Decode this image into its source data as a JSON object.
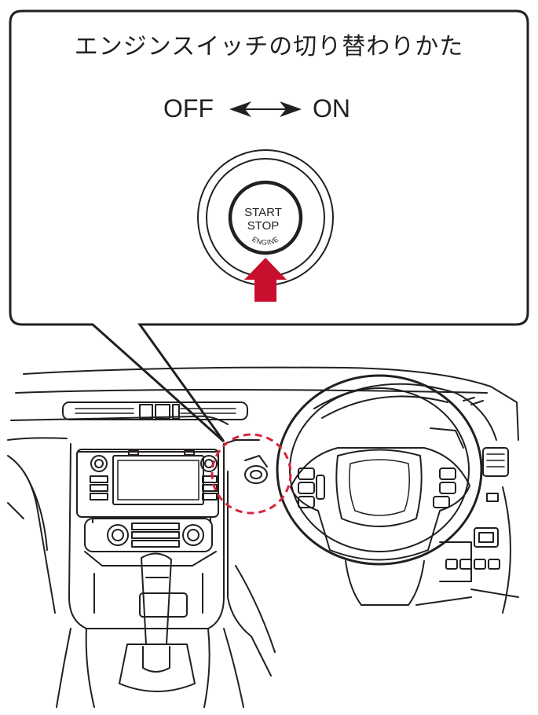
{
  "callout": {
    "title": "エンジンスイッチの切り替わりかた",
    "off_label": "OFF",
    "on_label": "ON"
  },
  "button": {
    "line1": "START",
    "line2": "STOP",
    "arc_label": "ENGINE"
  },
  "colors": {
    "ink": "#231f20",
    "arrow_red": "#c8102e",
    "highlight_red": "#d6243a"
  },
  "icons": {
    "push_arrow": "up-arrow-icon",
    "direction": "double-arrow-icon"
  }
}
